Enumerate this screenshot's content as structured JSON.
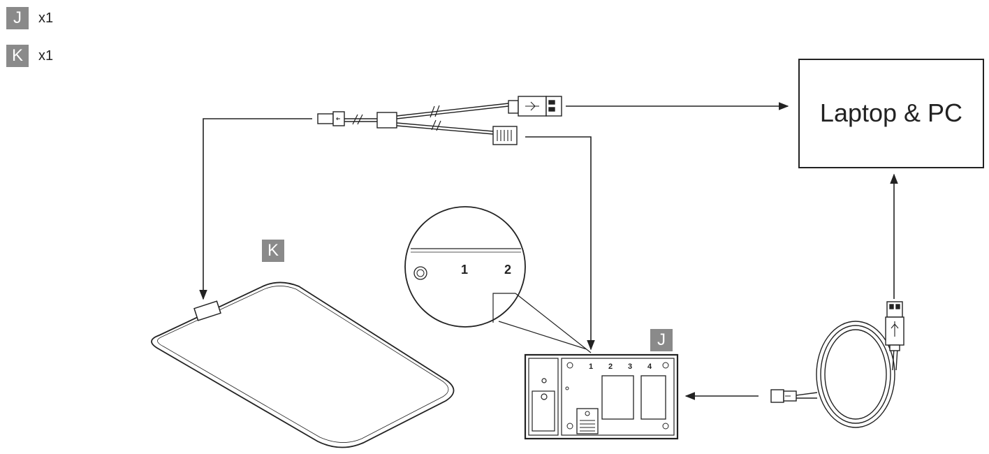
{
  "legend": [
    {
      "letter": "J",
      "qty": "x1"
    },
    {
      "letter": "K",
      "qty": "x1"
    }
  ],
  "labels": {
    "pc": "Laptop & PC",
    "mat_badge": "K",
    "hub_badge": "J"
  },
  "zoom_ports": [
    "1",
    "2"
  ],
  "hub_ports": [
    "1",
    "2",
    "3",
    "4"
  ],
  "colors": {
    "badge": "#8a8a8a",
    "line": "#222222"
  }
}
